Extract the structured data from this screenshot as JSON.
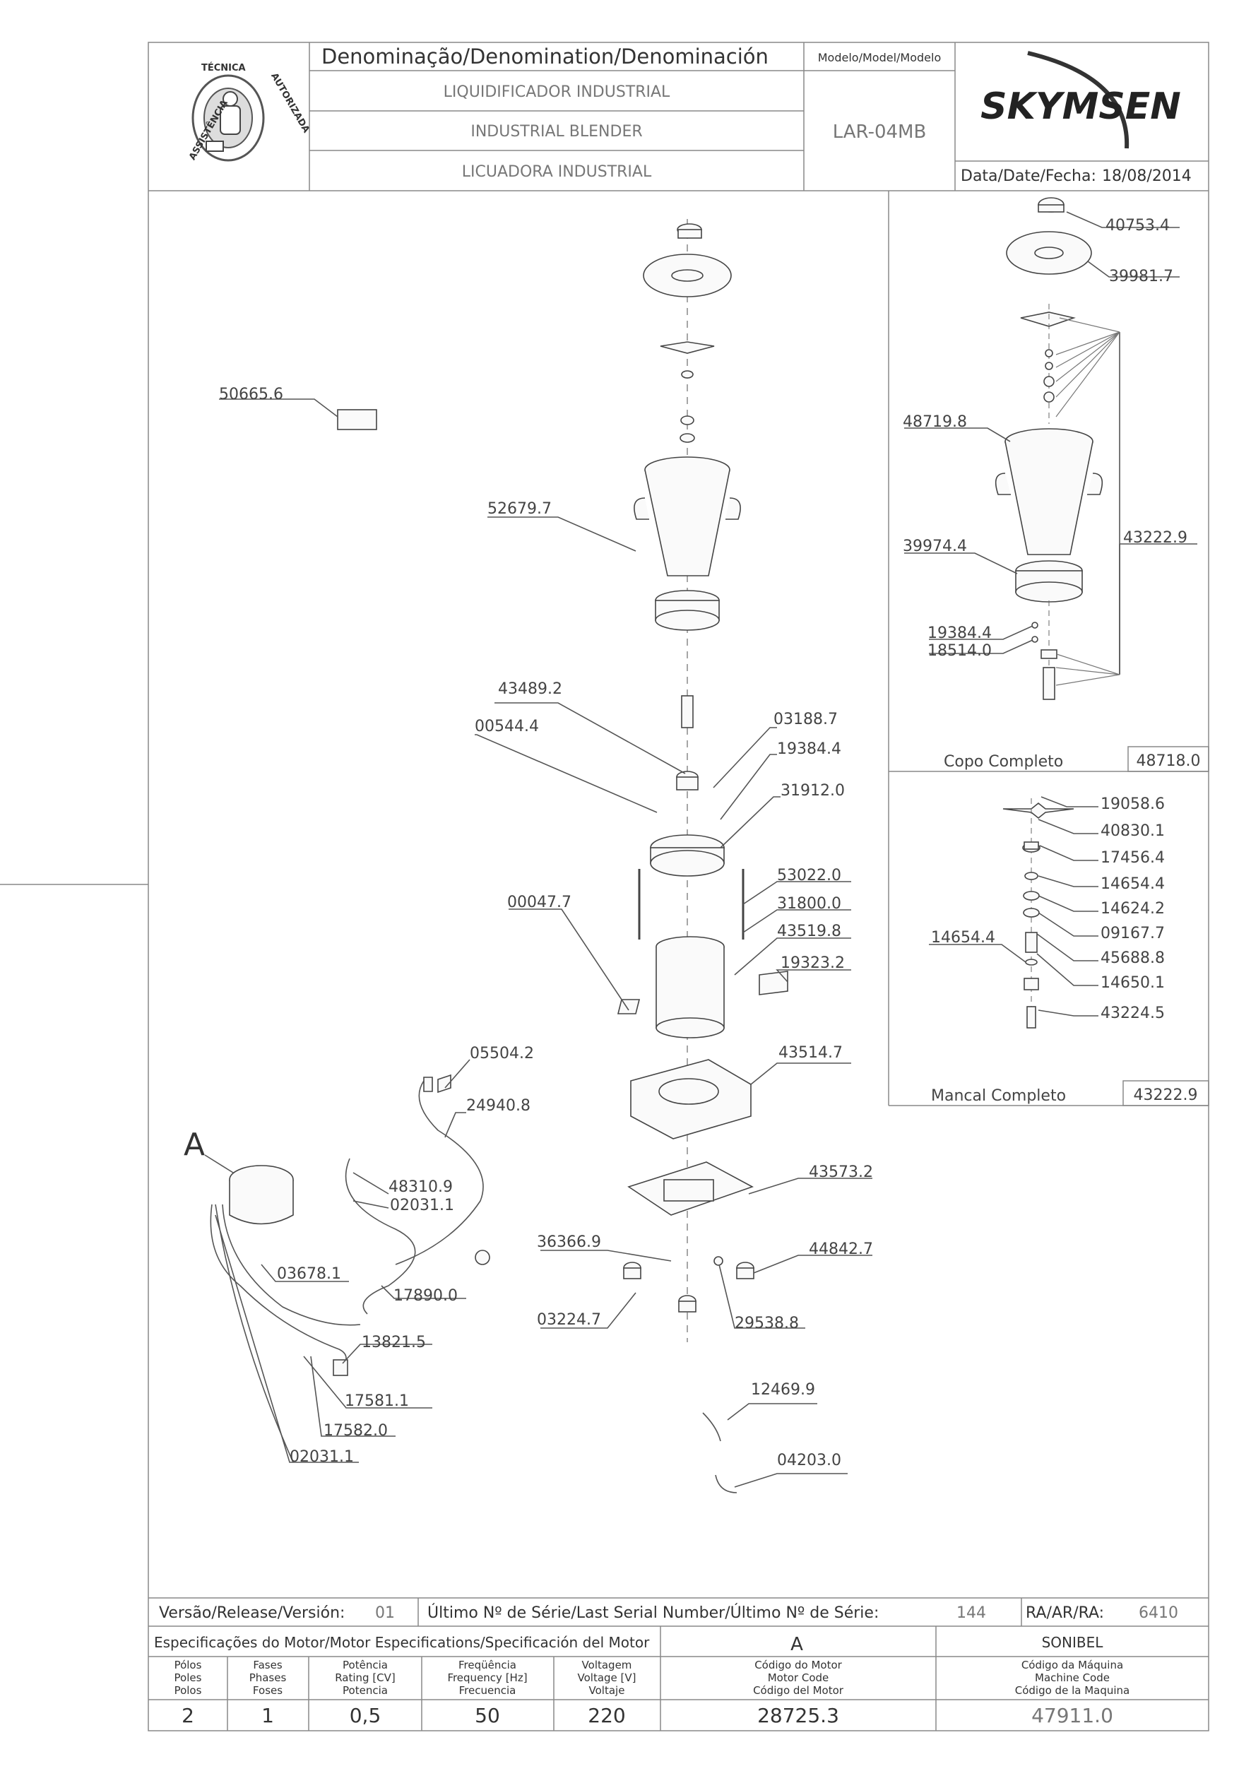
{
  "header": {
    "denomination_label": "Denominação/Denomination/Denominación",
    "name_pt": "LIQUIDIFICADOR INDUSTRIAL",
    "name_en": "INDUSTRIAL BLENDER",
    "name_es": "LICUADORA INDUSTRIAL",
    "model_label": "Modelo/Model/Modelo",
    "model_value": "LAR-04MB",
    "brand": "SKYMSEN",
    "date_label": "Data/Date/Fecha:",
    "date_value": "18/08/2014",
    "seal_text": "ASSISTÊNCIA TÉCNICA AUTORIZADA"
  },
  "parts": {
    "p50665_6": "50665.6",
    "p52679_7": "52679.7",
    "p43489_2": "43489.2",
    "p00544_4": "00544.4",
    "p03188_7": "03188.7",
    "p19384_4": "19384.4",
    "p31912_0": "31912.0",
    "p53022_0": "53022.0",
    "p00047_7": "00047.7",
    "p31800_0": "31800.0",
    "p43519_8": "43519.8",
    "p19323_2": "19323.2",
    "p43514_7": "43514.7",
    "p05504_2": "05504.2",
    "p24940_8": "24940.8",
    "p48310_9": "48310.9",
    "p02031_1a": "02031.1",
    "p03678_1": "03678.1",
    "p17890_0": "17890.0",
    "p13821_5": "13821.5",
    "p17581_1": "17581.1",
    "p17582_0": "17582.0",
    "p02031_1b": "02031.1",
    "p43573_2": "43573.2",
    "p36366_9": "36366.9",
    "p44842_7": "44842.7",
    "p03224_7": "03224.7",
    "p29538_8": "29538.8",
    "p12469_9": "12469.9",
    "p04203_0": "04203.0",
    "letter_a": "A"
  },
  "copo": {
    "p40753_4": "40753.4",
    "p39981_7": "39981.7",
    "p48719_8": "48719.8",
    "p43222_9": "43222.9",
    "p39974_4": "39974.4",
    "p19384_4": "19384.4",
    "p18514_0": "18514.0",
    "title": "Copo Completo",
    "code": "48718.0"
  },
  "mancal": {
    "p19058_6": "19058.6",
    "p40830_1": "40830.1",
    "p17456_4": "17456.4",
    "p14654_4": "14654.4",
    "p14624_2": "14624.2",
    "p09167_7": "09167.7",
    "p14654_4b": "14654.4",
    "p45688_8": "45688.8",
    "p14650_1": "14650.1",
    "p43224_5": "43224.5",
    "title": "Mancal Completo",
    "code": "43222.9"
  },
  "footer": {
    "version_label": "Versão/Release/Versión:",
    "version_value": "01",
    "serial_label": "Último Nº de Série/Last Serial Number/Último Nº de Série:",
    "serial_value": "144",
    "ra_label": "RA/AR/RA:",
    "ra_value": "6410",
    "motor_spec_label": "Especificações do Motor/Motor Especifications/Specificación del Motor",
    "motor_type": "A",
    "motor_maker": "SONIBEL",
    "col_poles": [
      "Pólos",
      "Poles",
      "Polos"
    ],
    "col_phases": [
      "Fases",
      "Phases",
      "Foses"
    ],
    "col_power": [
      "Potência",
      "Rating [CV]",
      "Potencia"
    ],
    "col_freq": [
      "Freqüência",
      "Frequency [Hz]",
      "Frecuencia"
    ],
    "col_voltage": [
      "Voltagem",
      "Voltage [V]",
      "Voltaje"
    ],
    "col_motor_code": [
      "Código do Motor",
      "Motor Code",
      "Código del Motor"
    ],
    "col_machine_code": [
      "Código da Máquina",
      "Machine Code",
      "Código de la Maquina"
    ],
    "poles": "2",
    "phases": "1",
    "power": "0,5",
    "frequency": "50",
    "voltage": "220",
    "motor_code": "28725.3",
    "machine_code": "47911.0"
  }
}
